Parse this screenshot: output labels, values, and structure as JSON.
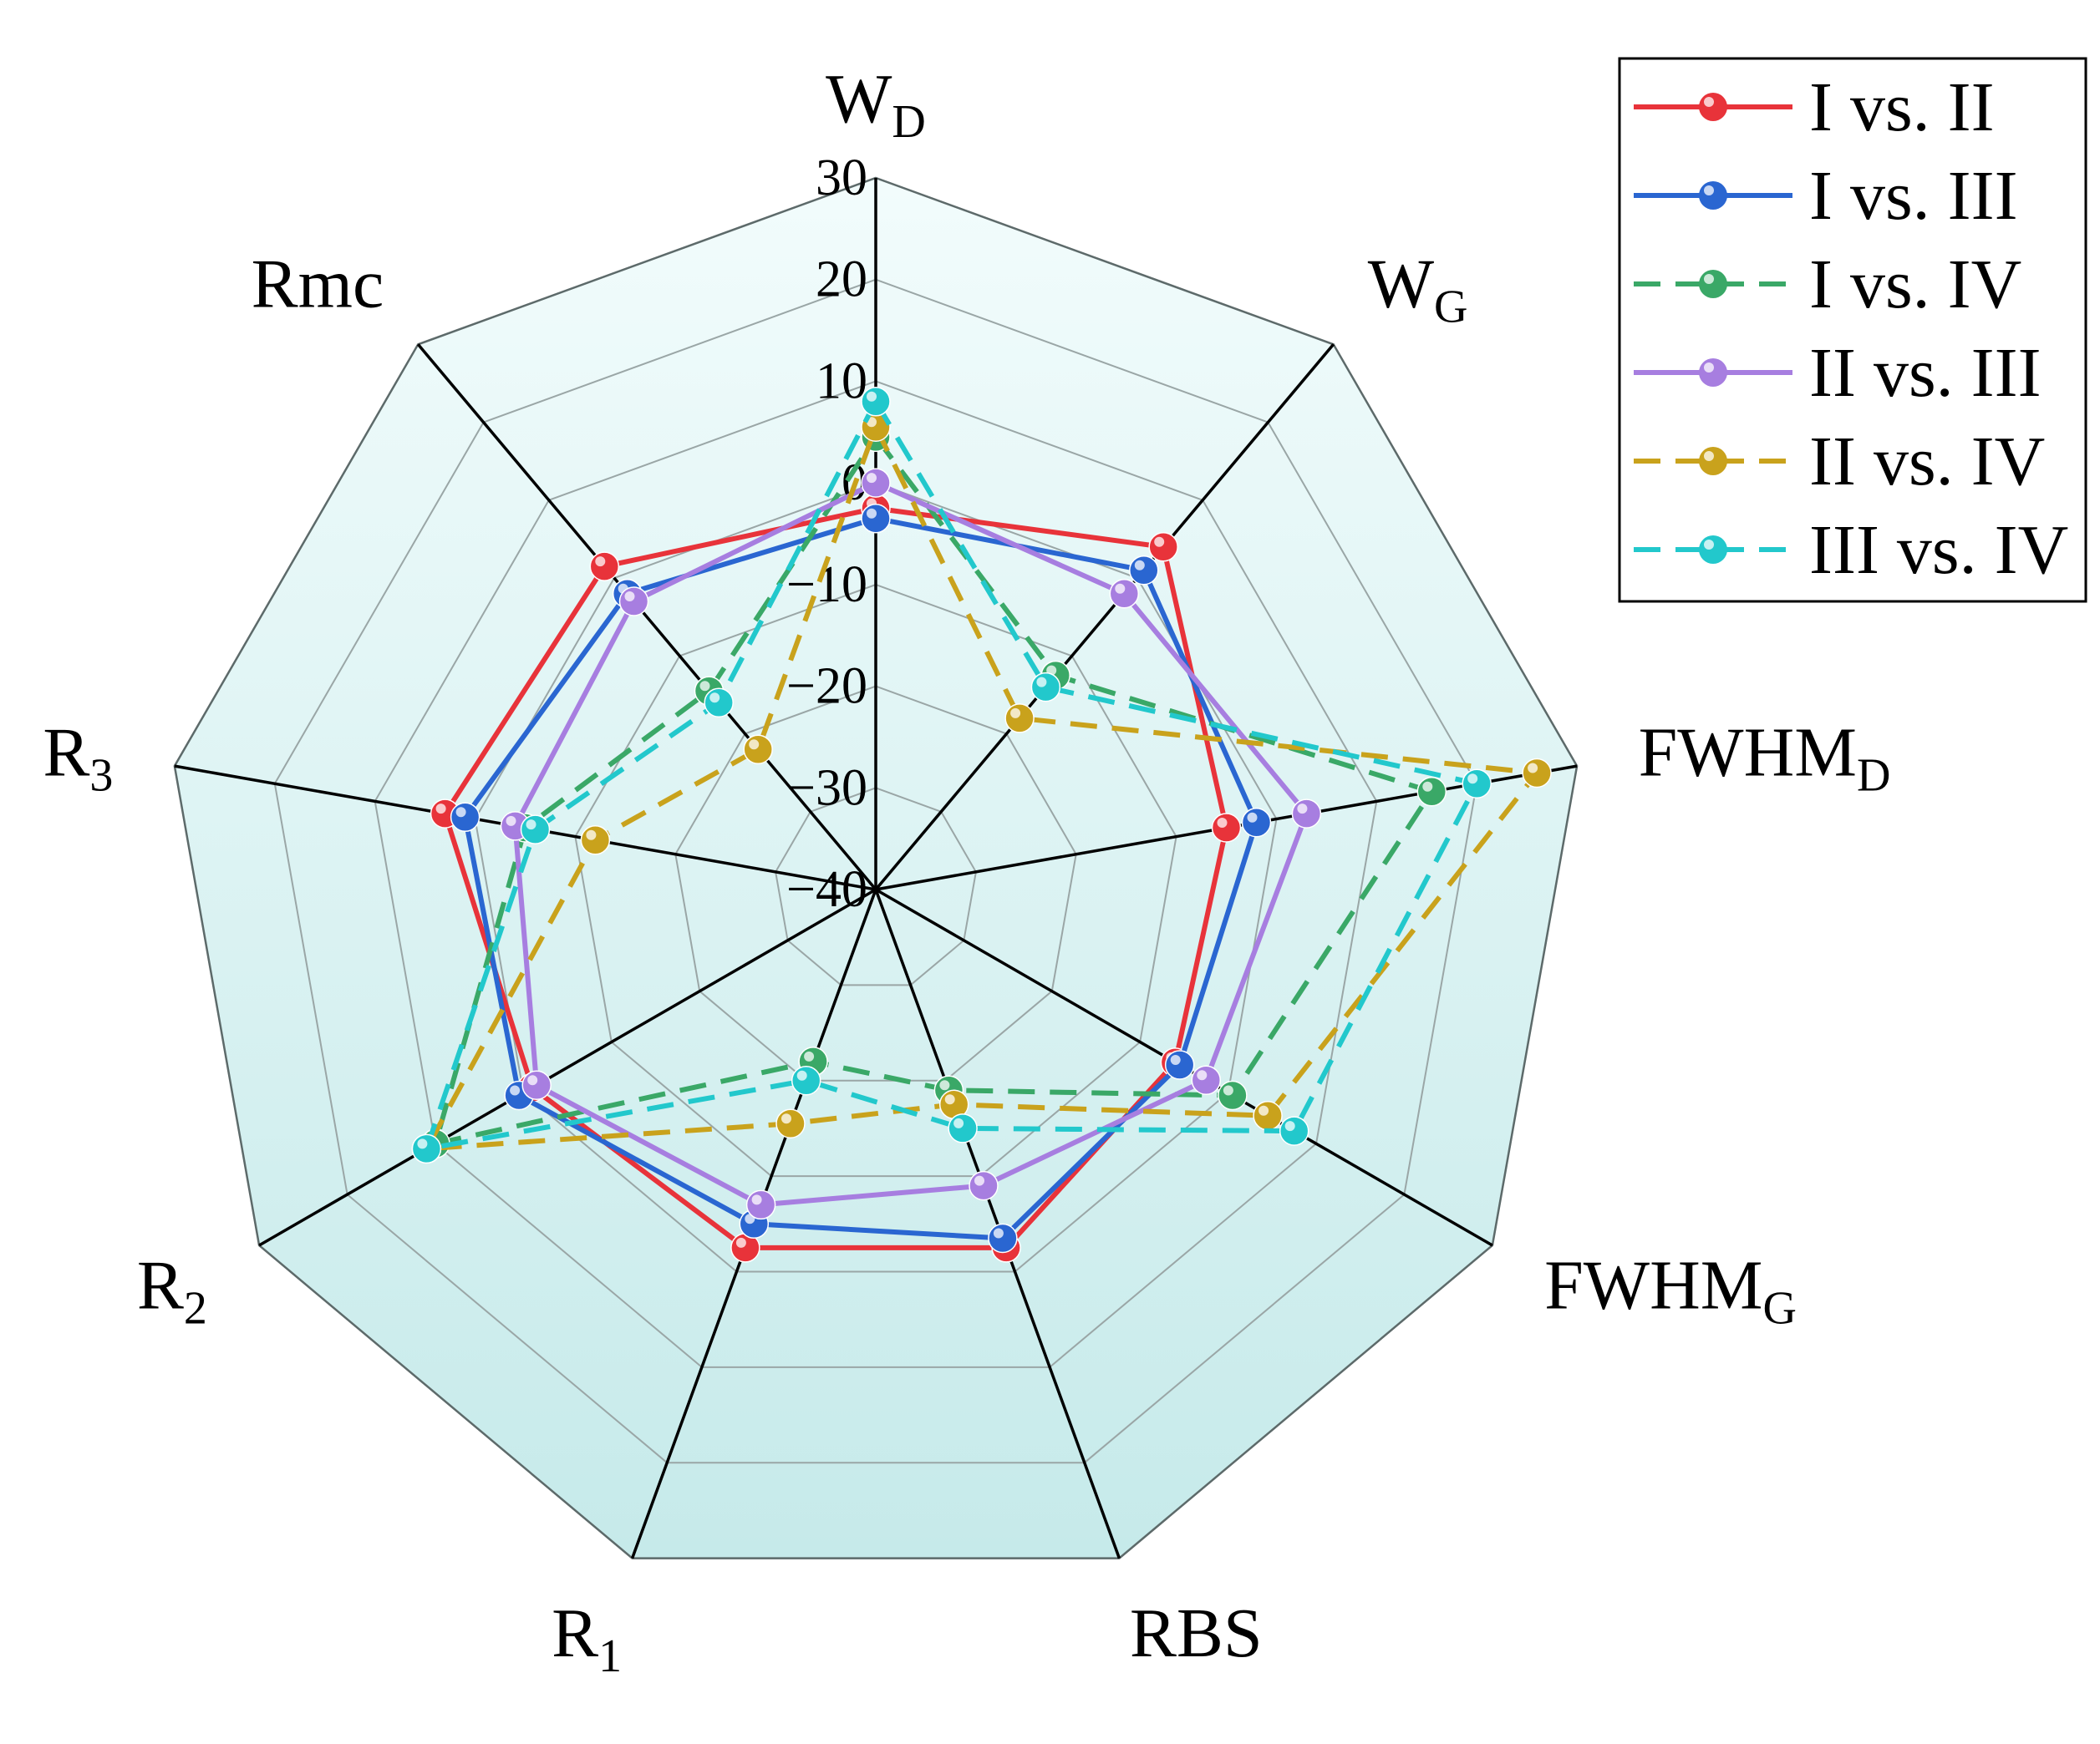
{
  "chart_data": {
    "type": "radar",
    "axes": [
      {
        "main": "W",
        "sub": "D"
      },
      {
        "main": "W",
        "sub": "G"
      },
      {
        "main": "FWHM",
        "sub": "D"
      },
      {
        "main": "FWHM",
        "sub": "G"
      },
      {
        "main": "RBS",
        "sub": ""
      },
      {
        "main": "R",
        "sub": "1"
      },
      {
        "main": "R",
        "sub": "2"
      },
      {
        "main": "R",
        "sub": "3"
      },
      {
        "main": "Rmc",
        "sub": ""
      }
    ],
    "rlim": [
      -40,
      30
    ],
    "ticks": [
      30,
      20,
      10,
      0,
      -10,
      -20,
      -30,
      -40
    ],
    "tick_labels": [
      "30",
      "20",
      "10",
      "0",
      "−10",
      "−20",
      "−30",
      "−40"
    ],
    "grid": true,
    "legend_position": "top-right",
    "series": [
      {
        "name": "I vs. II",
        "color": "#e8333a",
        "dashed": false,
        "values": [
          -2.5,
          4.0,
          -5.0,
          -6.0,
          -2.5,
          -2.5,
          -1.0,
          3.0,
          1.5
        ]
      },
      {
        "name": "I vs. III",
        "color": "#2a66d1",
        "dashed": false,
        "values": [
          -3.5,
          1.0,
          -2.0,
          -5.5,
          -3.5,
          -5.0,
          0.5,
          1.0,
          -2.0
        ]
      },
      {
        "name": "I vs. IV",
        "color": "#3aa867",
        "dashed": true,
        "values": [
          4.5,
          -12.5,
          15.5,
          0.5,
          -19.0,
          -22.0,
          10.0,
          -5.0,
          -14.5
        ]
      },
      {
        "name": "II vs. III",
        "color": "#a77ee0",
        "dashed": false,
        "values": [
          0.0,
          -2.0,
          3.0,
          -2.5,
          -9.0,
          -7.0,
          -1.5,
          -4.0,
          -3.0
        ]
      },
      {
        "name": "II vs. IV",
        "color": "#c9a21c",
        "dashed": true,
        "values": [
          5.5,
          -18.0,
          26.0,
          4.5,
          -17.5,
          -15.5,
          11.0,
          -12.0,
          -22.0
        ]
      },
      {
        "name": "III vs. IV",
        "color": "#22c8cc",
        "dashed": true,
        "values": [
          8.0,
          -14.0,
          20.0,
          7.5,
          -15.0,
          -20.0,
          11.0,
          -6.0,
          -16.0
        ]
      }
    ]
  }
}
